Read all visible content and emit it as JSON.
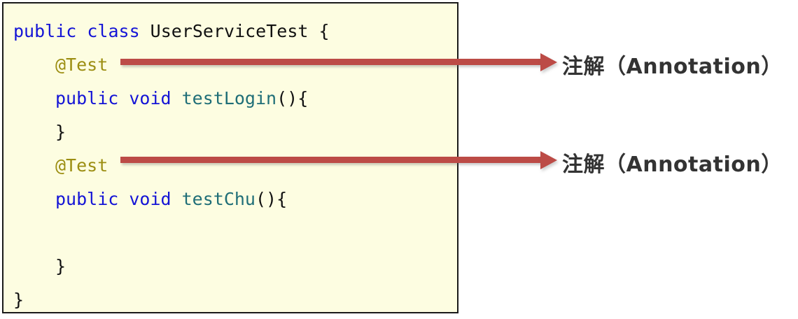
{
  "code_panel": {
    "language": "java",
    "background_color": "#FDFDE1",
    "border_color": "#1a1a1a",
    "lines": [
      {
        "indent": 0,
        "tokens": [
          {
            "text": "public class ",
            "kind": "keyword"
          },
          {
            "text": "UserServiceTest {",
            "kind": "plain"
          }
        ]
      },
      {
        "indent": 1,
        "tokens": [
          {
            "text": "@Test",
            "kind": "annotation"
          }
        ]
      },
      {
        "indent": 1,
        "tokens": [
          {
            "text": "public void ",
            "kind": "keyword"
          },
          {
            "text": "testLogin",
            "kind": "method"
          },
          {
            "text": "(){",
            "kind": "plain"
          }
        ]
      },
      {
        "indent": 1,
        "tokens": [
          {
            "text": "}",
            "kind": "plain"
          }
        ]
      },
      {
        "indent": 1,
        "tokens": [
          {
            "text": "@Test",
            "kind": "annotation"
          }
        ]
      },
      {
        "indent": 1,
        "tokens": [
          {
            "text": "public void ",
            "kind": "keyword"
          },
          {
            "text": "testChu",
            "kind": "method"
          },
          {
            "text": "(){",
            "kind": "plain"
          }
        ]
      },
      {
        "indent": 1,
        "tokens": [
          {
            "text": "",
            "kind": "plain"
          }
        ]
      },
      {
        "indent": 1,
        "tokens": [
          {
            "text": "}",
            "kind": "plain"
          }
        ]
      },
      {
        "indent": 0,
        "tokens": [
          {
            "text": "}",
            "kind": "plain"
          }
        ]
      }
    ],
    "token_colors": {
      "keyword": "#1414D6",
      "annotation": "#9C8E12",
      "method": "#1F6E77",
      "plain": "#111111"
    }
  },
  "annotations": [
    {
      "label": "注解（Annotation）",
      "arrow_color": "#BC4B46",
      "text_color": "#333333",
      "points_at": "@Test"
    },
    {
      "label": "注解（Annotation）",
      "arrow_color": "#BC4B46",
      "text_color": "#333333",
      "points_at": "@Test"
    }
  ]
}
